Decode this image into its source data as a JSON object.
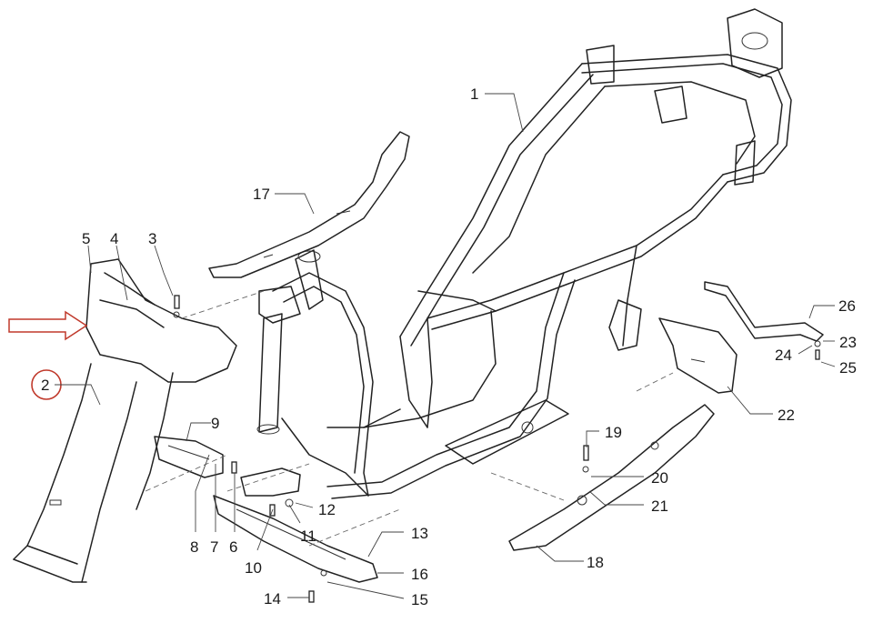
{
  "colors": {
    "line": "#222222",
    "highlight": "#c0392b",
    "background": "#ffffff"
  },
  "highlight": {
    "part": "2"
  },
  "callouts": {
    "c1": "1",
    "c2": "2",
    "c3": "3",
    "c4": "4",
    "c5": "5",
    "c6": "6",
    "c7": "7",
    "c8": "8",
    "c9": "9",
    "c10": "10",
    "c11": "11",
    "c12": "12",
    "c13": "13",
    "c14": "14",
    "c15": "15",
    "c16": "16",
    "c17": "17",
    "c18": "18",
    "c19": "19",
    "c20": "20",
    "c21": "21",
    "c22": "22",
    "c23": "23",
    "c24": "24",
    "c25": "25",
    "c26": "26"
  }
}
